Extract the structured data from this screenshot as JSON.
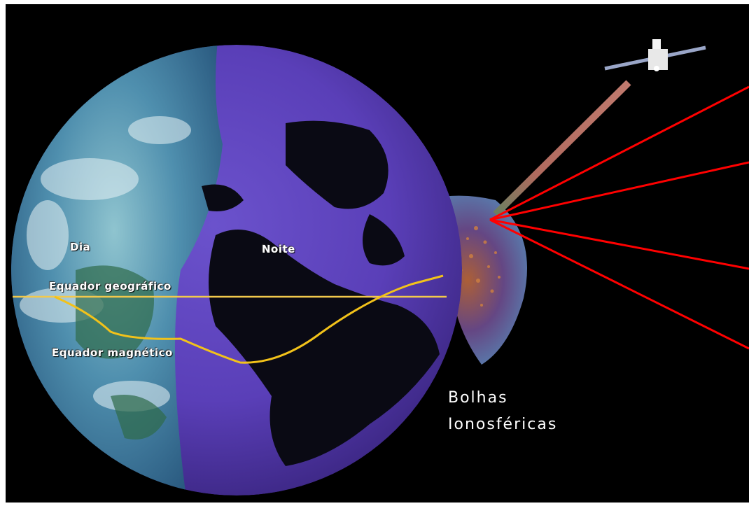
{
  "labels": {
    "day": "Dia",
    "night": "Noite",
    "geographic_equator": "Equador geográfico",
    "magnetic_equator": "Equador magnético",
    "bubbles_line1": "Bolhas",
    "bubbles_line2": "Ionosféricas"
  },
  "colors": {
    "background": "#000000",
    "frame": "#ffffff",
    "night_side": "#5a3fb8",
    "day_side": "#3e7fa6",
    "geographic_equator": "#f2c94c",
    "magnetic_equator": "#f2c21a",
    "signal_beam": "#b0605a",
    "rays": "#ff0000"
  },
  "icons": {
    "satellite": "satellite-icon"
  }
}
